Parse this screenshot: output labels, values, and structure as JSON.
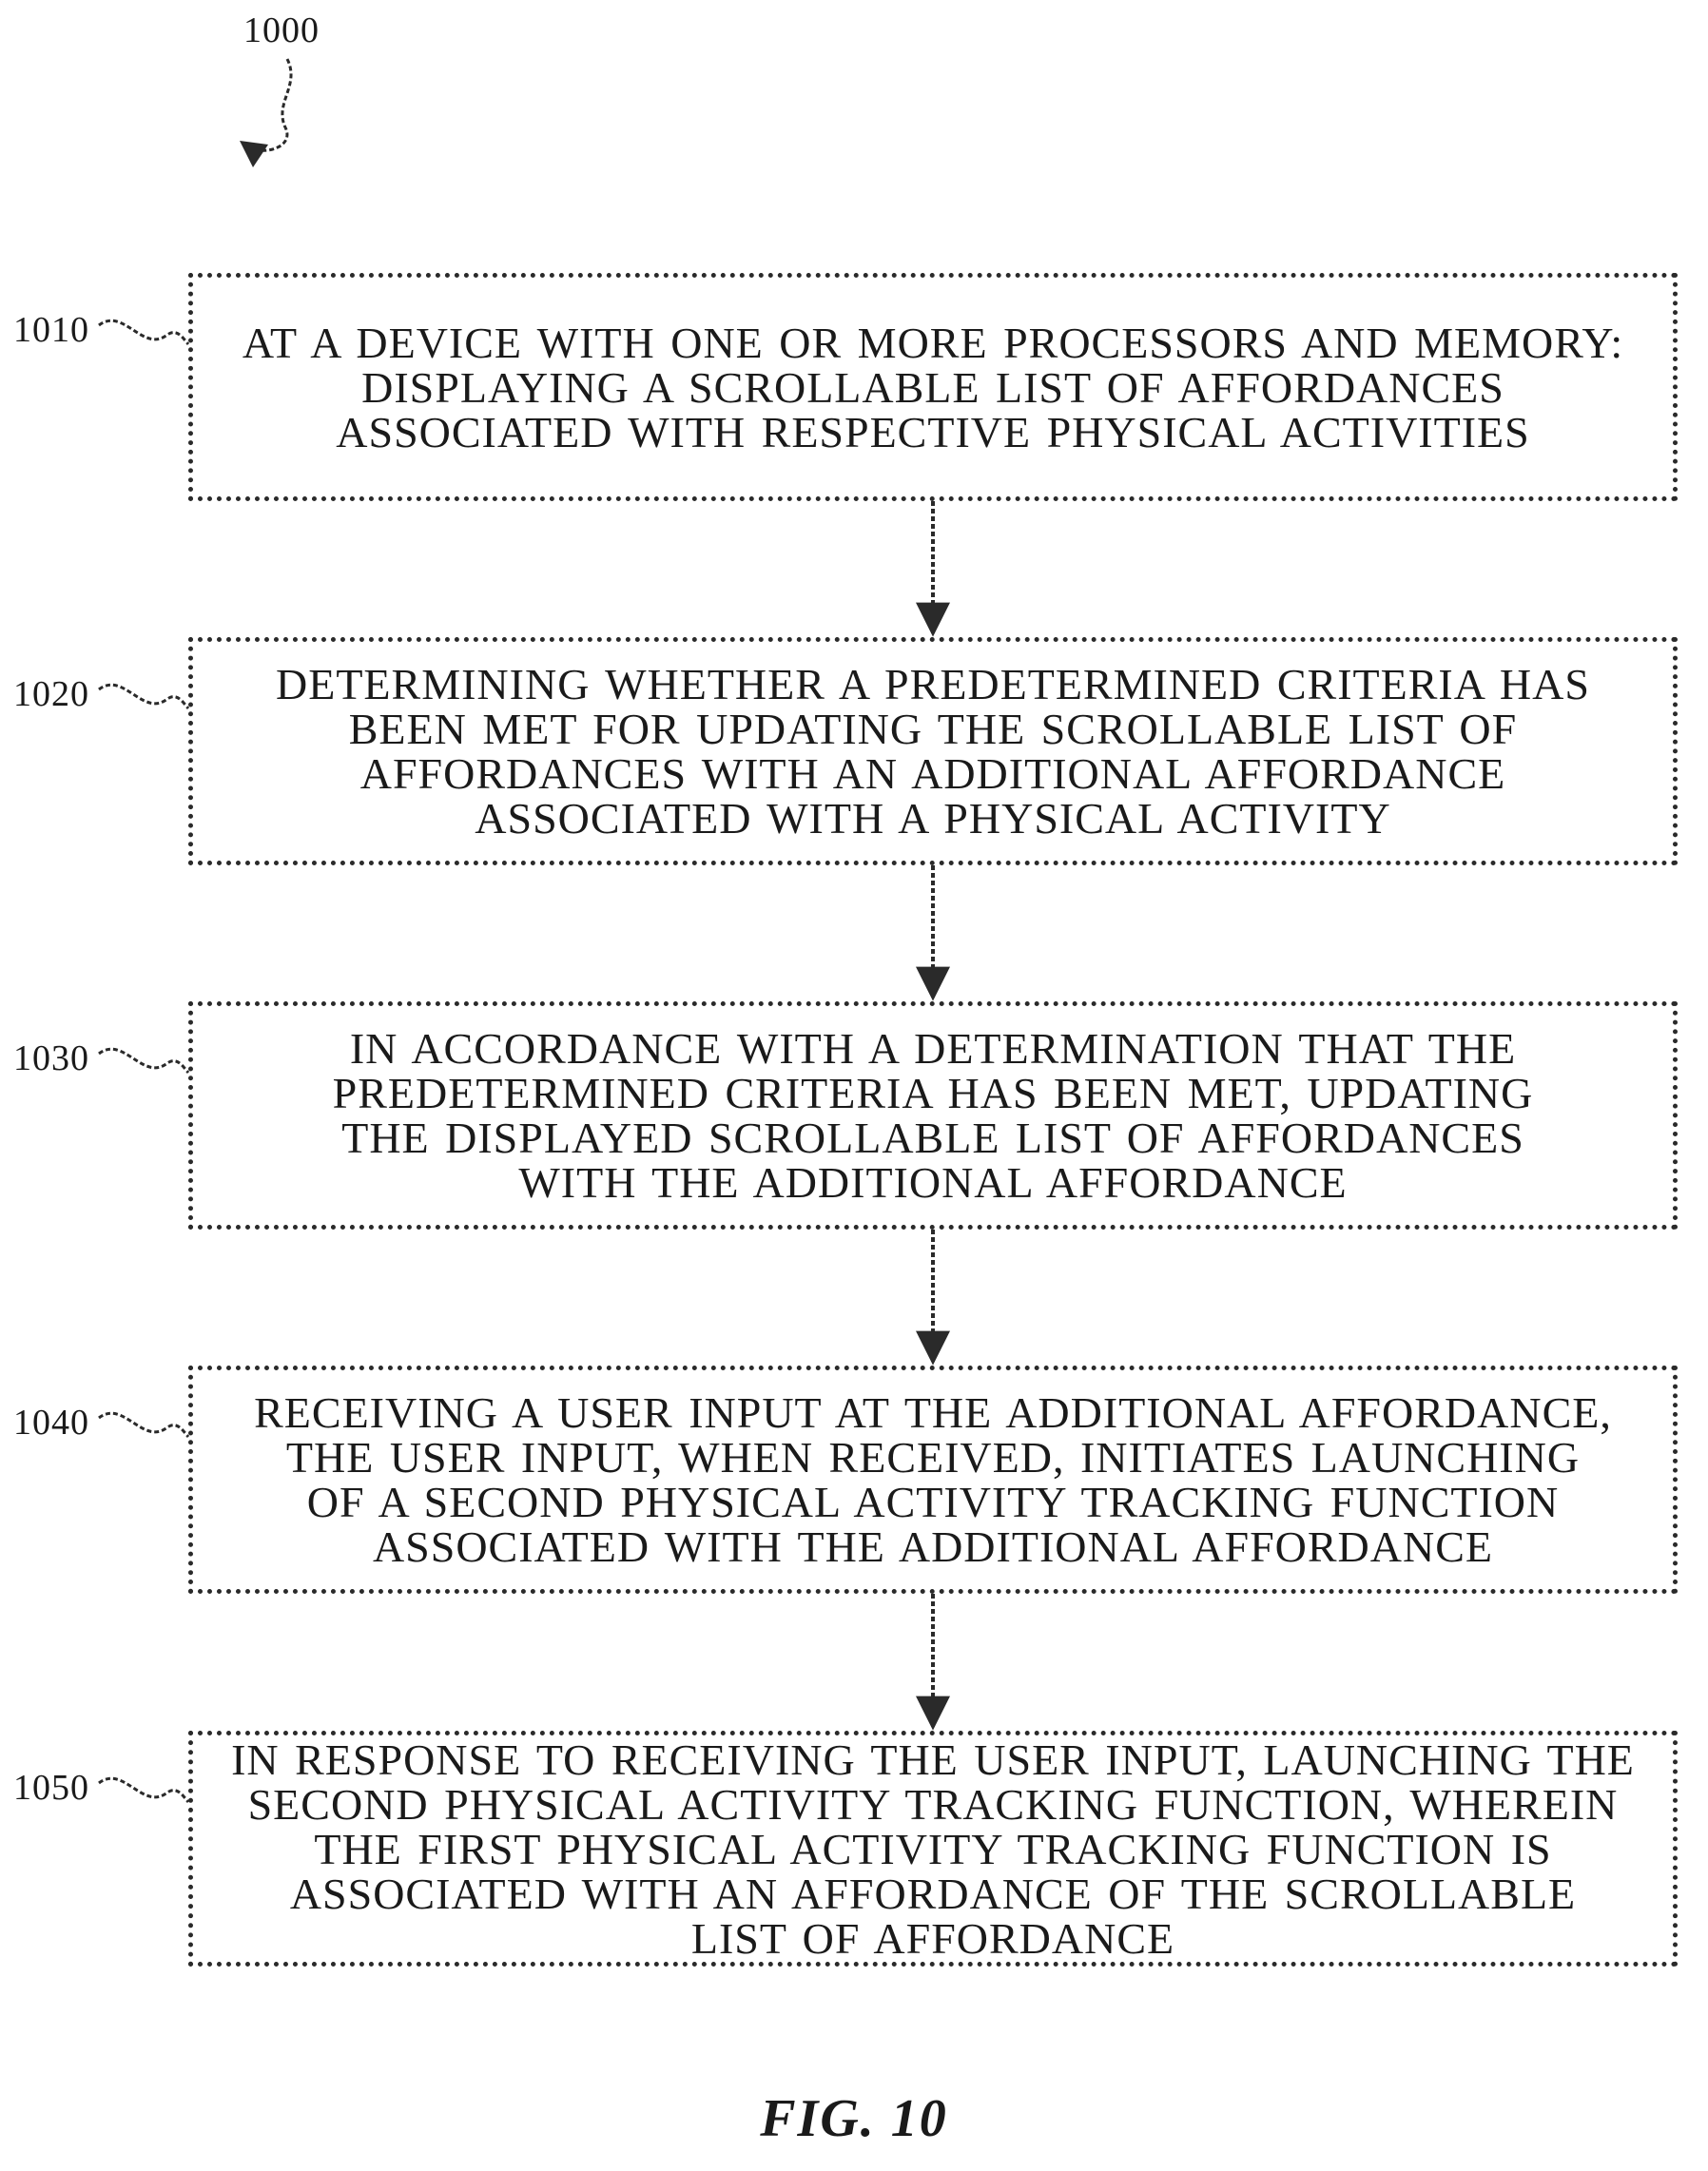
{
  "figure_ref": "1000",
  "steps": [
    {
      "id": "1010",
      "text": "AT A DEVICE WITH ONE OR MORE PROCESSORS AND MEMORY:\nDISPLAYING A SCROLLABLE LIST OF AFFORDANCES\nASSOCIATED WITH RESPECTIVE PHYSICAL ACTIVITIES"
    },
    {
      "id": "1020",
      "text": "DETERMINING WHETHER A PREDETERMINED CRITERIA HAS\nBEEN MET FOR UPDATING THE SCROLLABLE LIST OF\nAFFORDANCES WITH AN ADDITIONAL AFFORDANCE\nASSOCIATED WITH A PHYSICAL ACTIVITY"
    },
    {
      "id": "1030",
      "text": "IN ACCORDANCE WITH A DETERMINATION THAT THE\nPREDETERMINED CRITERIA HAS BEEN MET, UPDATING\nTHE DISPLAYED SCROLLABLE LIST OF AFFORDANCES\nWITH THE ADDITIONAL AFFORDANCE"
    },
    {
      "id": "1040",
      "text": "RECEIVING A USER INPUT AT THE ADDITIONAL AFFORDANCE,\nTHE USER INPUT, WHEN RECEIVED, INITIATES LAUNCHING\nOF A SECOND PHYSICAL ACTIVITY TRACKING FUNCTION\nASSOCIATED WITH THE ADDITIONAL AFFORDANCE"
    },
    {
      "id": "1050",
      "text": "IN RESPONSE TO RECEIVING THE USER INPUT, LAUNCHING THE\nSECOND PHYSICAL ACTIVITY TRACKING FUNCTION, WHEREIN\nTHE FIRST PHYSICAL ACTIVITY TRACKING FUNCTION IS\nASSOCIATED WITH AN AFFORDANCE OF THE SCROLLABLE\nLIST OF AFFORDANCE"
    }
  ],
  "caption": "FIG. 10"
}
